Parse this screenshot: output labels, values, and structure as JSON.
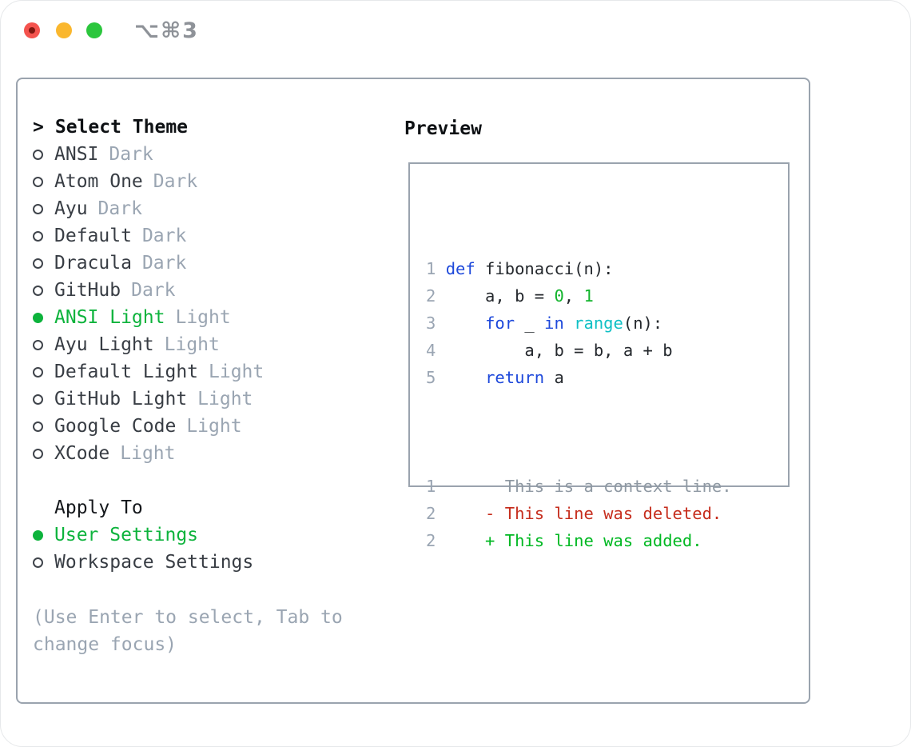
{
  "window": {
    "shortcut_label": "⌥⌘3"
  },
  "titlebar": {
    "buttons": [
      {
        "name": "close",
        "color": "#f4534e"
      },
      {
        "name": "minimize",
        "color": "#fab72e"
      },
      {
        "name": "zoom",
        "color": "#2bc63d"
      }
    ]
  },
  "theme_panel": {
    "focus_marker": ">",
    "header": "Select Theme",
    "items": [
      {
        "name": "ANSI",
        "variant": "Dark",
        "selected": false
      },
      {
        "name": "Atom One",
        "variant": "Dark",
        "selected": false
      },
      {
        "name": "Ayu",
        "variant": "Dark",
        "selected": false
      },
      {
        "name": "Default",
        "variant": "Dark",
        "selected": false
      },
      {
        "name": "Dracula",
        "variant": "Dark",
        "selected": false
      },
      {
        "name": "GitHub",
        "variant": "Dark",
        "selected": false
      },
      {
        "name": "ANSI Light",
        "variant": "Light",
        "selected": true
      },
      {
        "name": "Ayu Light",
        "variant": "Light",
        "selected": false
      },
      {
        "name": "Default Light",
        "variant": "Light",
        "selected": false
      },
      {
        "name": "GitHub Light",
        "variant": "Light",
        "selected": false
      },
      {
        "name": "Google Code",
        "variant": "Light",
        "selected": false
      },
      {
        "name": "XCode",
        "variant": "Light",
        "selected": false
      }
    ]
  },
  "apply_panel": {
    "header": "Apply To",
    "options": [
      {
        "name": "User Settings",
        "variant": "",
        "selected": true
      },
      {
        "name": "Workspace Settings",
        "variant": "",
        "selected": false
      }
    ]
  },
  "help": {
    "text": "(Use Enter to select, Tab to change focus)"
  },
  "preview": {
    "header": "Preview",
    "code_lines": [
      {
        "ln": "1",
        "segs": [
          {
            "c": "kw",
            "t": "def"
          },
          {
            "c": "plain",
            "t": " fibonacci(n):"
          }
        ]
      },
      {
        "ln": "2",
        "segs": [
          {
            "c": "plain",
            "t": "    a, b = "
          },
          {
            "c": "num",
            "t": "0"
          },
          {
            "c": "plain",
            "t": ", "
          },
          {
            "c": "num",
            "t": "1"
          }
        ]
      },
      {
        "ln": "3",
        "segs": [
          {
            "c": "plain",
            "t": "    "
          },
          {
            "c": "kw",
            "t": "for"
          },
          {
            "c": "plain",
            "t": " _ "
          },
          {
            "c": "kw",
            "t": "in"
          },
          {
            "c": "plain",
            "t": " "
          },
          {
            "c": "cyan",
            "t": "range"
          },
          {
            "c": "plain",
            "t": "(n):"
          }
        ]
      },
      {
        "ln": "4",
        "segs": [
          {
            "c": "plain",
            "t": "        a, b = b, a + b"
          }
        ]
      },
      {
        "ln": "5",
        "segs": [
          {
            "c": "plain",
            "t": "    "
          },
          {
            "c": "kw",
            "t": "return"
          },
          {
            "c": "plain",
            "t": " a"
          }
        ]
      }
    ],
    "diff_lines": [
      {
        "ln": "1",
        "segs": [
          {
            "c": "ctx",
            "t": "      This is a context line."
          }
        ]
      },
      {
        "ln": "2",
        "segs": [
          {
            "c": "del",
            "t": "    - This line was deleted."
          }
        ]
      },
      {
        "ln": "2",
        "segs": [
          {
            "c": "add",
            "t": "    + This line was added."
          }
        ]
      }
    ]
  },
  "colors": {
    "selection_green": "#0db33c",
    "diff_added_green": "#00b822",
    "diff_deleted_red": "#c62d1d",
    "keyword_blue": "#1e49db",
    "builtin_cyan": "#10c0c5",
    "literal_green": "#12b42c",
    "muted_gray": "#9aa5b2",
    "line_number_gray": "#9aa5b3",
    "box_border_gray": "#9aa3ae",
    "traffic_red": "#f4534e",
    "traffic_yellow": "#fab72e",
    "traffic_green": "#2bc63d"
  }
}
